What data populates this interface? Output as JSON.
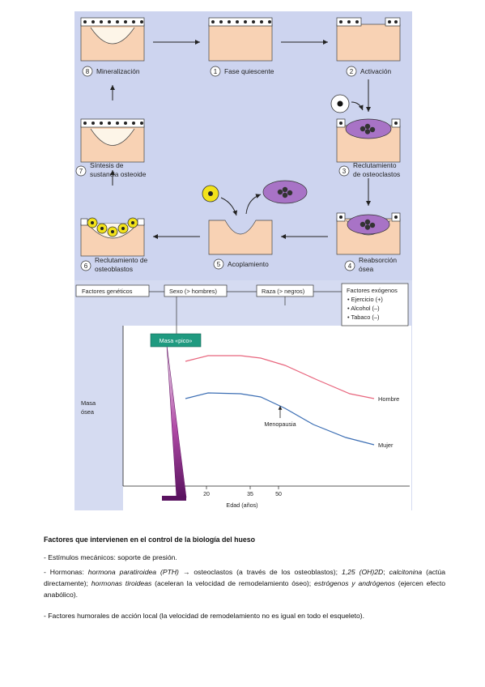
{
  "cycle": {
    "steps": [
      {
        "num": "8",
        "label": "Mineralización"
      },
      {
        "num": "1",
        "label": "Fase quiescente"
      },
      {
        "num": "2",
        "label": "Activación"
      },
      {
        "num": "7",
        "line1": "Síntesis de",
        "line2": "sustancia osteoide"
      },
      {
        "num": "3",
        "line1": "Reclutamiento",
        "line2": "de osteoclastos"
      },
      {
        "num": "6",
        "line1": "Reclutamiento de",
        "line2": "osteoblastos"
      },
      {
        "num": "5",
        "label": "Acoplamiento"
      },
      {
        "num": "4",
        "line1": "Reabsorción",
        "line2": "ósea"
      }
    ]
  },
  "factors": {
    "genetic": "Factores genéticos",
    "sex": "Sexo (> hombres)",
    "race": "Raza (> negros)",
    "exogenous_title": "Factores exógenos",
    "exogenous_items": [
      "• Ejercicio (+)",
      "• Alcohol (–)",
      "• Tabaco (–)"
    ]
  },
  "chart_data": {
    "type": "line",
    "peak_label": "Masa «pico»",
    "ylabel_line1": "Masa",
    "ylabel_line2": "ósea",
    "xlabel": "Edad (años)",
    "xticks": [
      "20",
      "35",
      "50"
    ],
    "annotation": "Menopausia",
    "series": [
      {
        "name": "Hombre",
        "color": "#e8667e"
      },
      {
        "name": "Mujer",
        "color": "#3d6fb4"
      }
    ]
  },
  "text": {
    "title": "Factores que intervienen en el control de la biología del hueso",
    "b1": "- Estímulos mecánicos: soporte de presión.",
    "b2_prefix": "- Hormonas: ",
    "b2_pth": "hormona paratiroidea (PTH)",
    "b2_mid1": " → osteoclastos (a través de los osteoblastos); ",
    "b2_vitd": "1,25 (OH)2D",
    "b2_sep": "; ",
    "b2_calc": "calcitonina",
    "b2_mid2": " (actúa directamente); ",
    "b2_tir": "hormonas tiroideas",
    "b2_mid3": " (aceleran la velocidad de remodelamiento óseo); ",
    "b2_est": "estrógenos y andrógenos",
    "b2_end": " (ejercen efecto anabólico).",
    "b3": "- Factores humorales de acción local (la velocidad de remodelamiento no es igual en todo el esqueleto)."
  }
}
